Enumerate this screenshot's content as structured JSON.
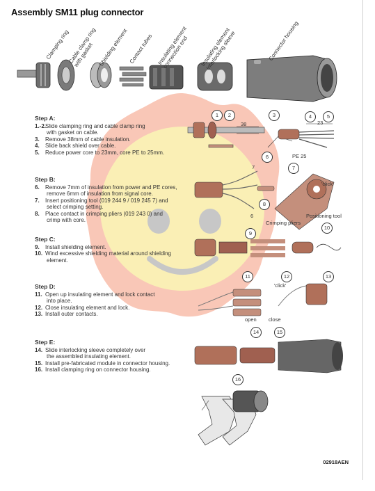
{
  "title": "Assembly SM11 plug connector",
  "parts": [
    "Clamping ring",
    "Cable clamp ring\nwith gasket",
    "Shielding element",
    "Contact tubes",
    "Insulating element\nconnection end",
    "Insulating element\ninterlocking sleeve",
    "Connector housing"
  ],
  "steps": [
    {
      "heading": "Step A:",
      "items": [
        {
          "num": "1.-2.",
          "text": "Slide clamping ring and cable clamp ring",
          "cont": "with gasket on cable."
        },
        {
          "num": "3.",
          "text": "Remove 38mm of cable insulation."
        },
        {
          "num": "4.",
          "text": "Slide back shield over cable."
        },
        {
          "num": "5.",
          "text": "Reduce power core to 23mm, core PE to  25mm."
        }
      ]
    },
    {
      "heading": "Step B:",
      "items": [
        {
          "num": "6.",
          "text": "Remove 7mm of insulation from power and PE cores,",
          "cont": "remove 6mm of insulation from signal core."
        },
        {
          "num": "7.",
          "text": "Insert positioning tool (019 244 9 / 019 245 7) and",
          "cont": "select crimping setting."
        },
        {
          "num": "8.",
          "text": "Place contact in crimping pliers (019 243 0) and",
          "cont": "crimp with core."
        }
      ]
    },
    {
      "heading": "Step C:",
      "items": [
        {
          "num": "9.",
          "text": "Install shielding element."
        },
        {
          "num": "10.",
          "text": "Wind excessive shielding material around shielding",
          "cont": "element."
        }
      ]
    },
    {
      "heading": "Step D:",
      "items": [
        {
          "num": "11.",
          "text": "Open up insulating element and lock contact",
          "cont": "into place."
        },
        {
          "num": "12.",
          "text": "Close insulating element and lock."
        },
        {
          "num": "13.",
          "text": "Install outer contacts."
        }
      ]
    },
    {
      "heading": "Step E:",
      "items": [
        {
          "num": "14.",
          "text": "Slide interlocking sleeve completely over",
          "cont": "the assembled insulating element."
        },
        {
          "num": "15.",
          "text": "Install pre-fabricated module in connector housing."
        },
        {
          "num": "16.",
          "text": "Install clamping ring on connector housing."
        }
      ]
    }
  ],
  "callouts": [
    "1",
    "2",
    "3",
    "4",
    "5",
    "6",
    "7",
    "8",
    "9",
    "10",
    "11",
    "12",
    "13",
    "14",
    "15",
    "16"
  ],
  "labels": {
    "dim38": "38",
    "dim23": "23",
    "pe25": "PE 25",
    "click1": "'click'",
    "click2": "'click'",
    "crimping_pliers": "Crimping pliers",
    "positioning_tool": "Positioning tool",
    "open": "open",
    "close": "close",
    "dim6": "6",
    "dim7": "7"
  },
  "doc_code": "02918AEN",
  "colors": {
    "copper": "#b0705a",
    "gray": "#555555",
    "overlay_sun": "#f59a7e",
    "overlay_face": "#f6e27a"
  }
}
